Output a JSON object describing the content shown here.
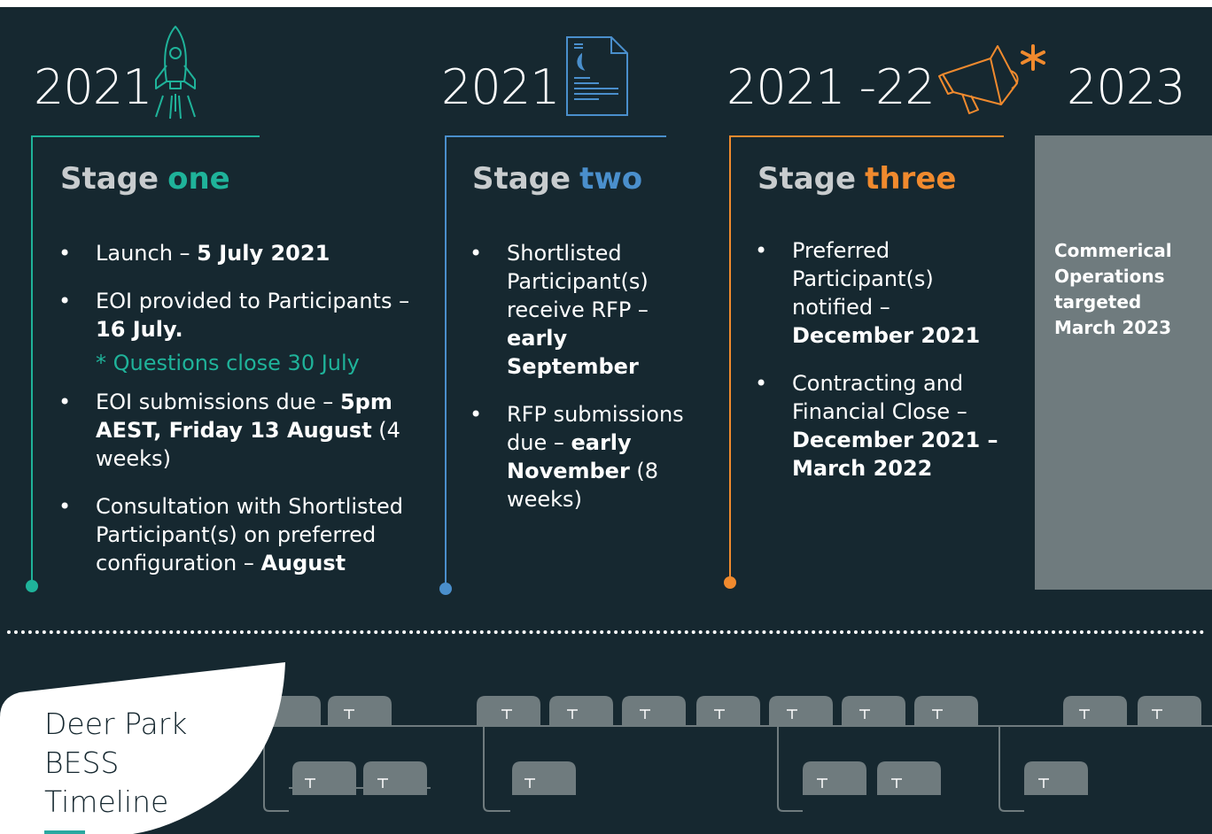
{
  "colors": {
    "background": "#162830",
    "stage_one_accent": "#1fb39a",
    "stage_two_accent": "#4a8fcc",
    "stage_three_accent": "#f08a2e",
    "ops_box": "#6f7b7e",
    "subtitle_grey": "#c8ccce"
  },
  "columns": [
    {
      "year": "2021",
      "icon": "rocket-icon",
      "title_prefix": "Stage",
      "title_accent": "one",
      "bullets": [
        {
          "text": "Launch – ",
          "bold": "5 July 2021",
          "after": ""
        },
        {
          "text": "EOI provided to Participants – ",
          "bold": "16 July.",
          "after": ""
        },
        {
          "text": "EOI submissions due – ",
          "bold": "5pm AEST, Friday 13  August",
          "after": " (4 weeks)"
        },
        {
          "text": "Consultation with Shortlisted Participant(s) on preferred configuration – ",
          "bold": "August",
          "after": ""
        }
      ],
      "note": "* Questions close 30 July"
    },
    {
      "year": "2021",
      "icon": "document-icon",
      "title_prefix": "Stage",
      "title_accent": "two",
      "bullets": [
        {
          "text": "Shortlisted Participant(s) receive RFP – ",
          "bold": "early September",
          "after": ""
        },
        {
          "text": "RFP submissions due – ",
          "bold": "early November",
          "after": " (8 weeks)"
        }
      ]
    },
    {
      "year": "2021 -22",
      "icon": "megaphone-icon",
      "title_prefix": "Stage",
      "title_accent": "three",
      "bullets": [
        {
          "text": "Preferred Participant(s) notified – ",
          "bold": "December 2021",
          "after": ""
        },
        {
          "text": "Contracting and Financial Close – ",
          "bold": "December 2021 – March 2022",
          "after": ""
        }
      ]
    },
    {
      "year": "2023",
      "ops_text": "Commerical Operations targeted March 2023"
    }
  ],
  "title_card": {
    "line1": "Deer Park",
    "line2": "BESS",
    "line3": "Timeline"
  }
}
